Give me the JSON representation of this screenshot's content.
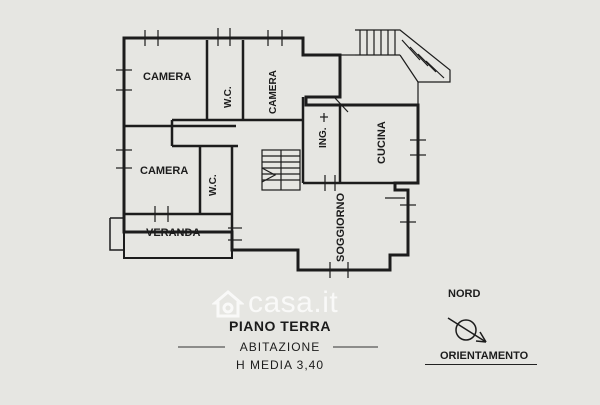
{
  "rooms": {
    "camera_top_left": "CAMERA",
    "wc_top": "W.C.",
    "camera_top_right": "CAMERA",
    "ingresso": "ING.",
    "cucina": "CUCINA",
    "camera_mid": "CAMERA",
    "wc_mid": "W.C.",
    "soggiorno": "SOGGIORNO",
    "veranda": "VERANDA"
  },
  "caption": {
    "title": "PIANO TERRA",
    "subtitle": "ABITAZIONE",
    "height": "H MEDIA 3,40"
  },
  "compass": {
    "north_label": "NORD",
    "orientation_label": "ORIENTAMENTO"
  },
  "watermark": {
    "text": "casa.it"
  },
  "colors": {
    "paper": "#e6e6e2",
    "ink": "#1c1c1c"
  }
}
